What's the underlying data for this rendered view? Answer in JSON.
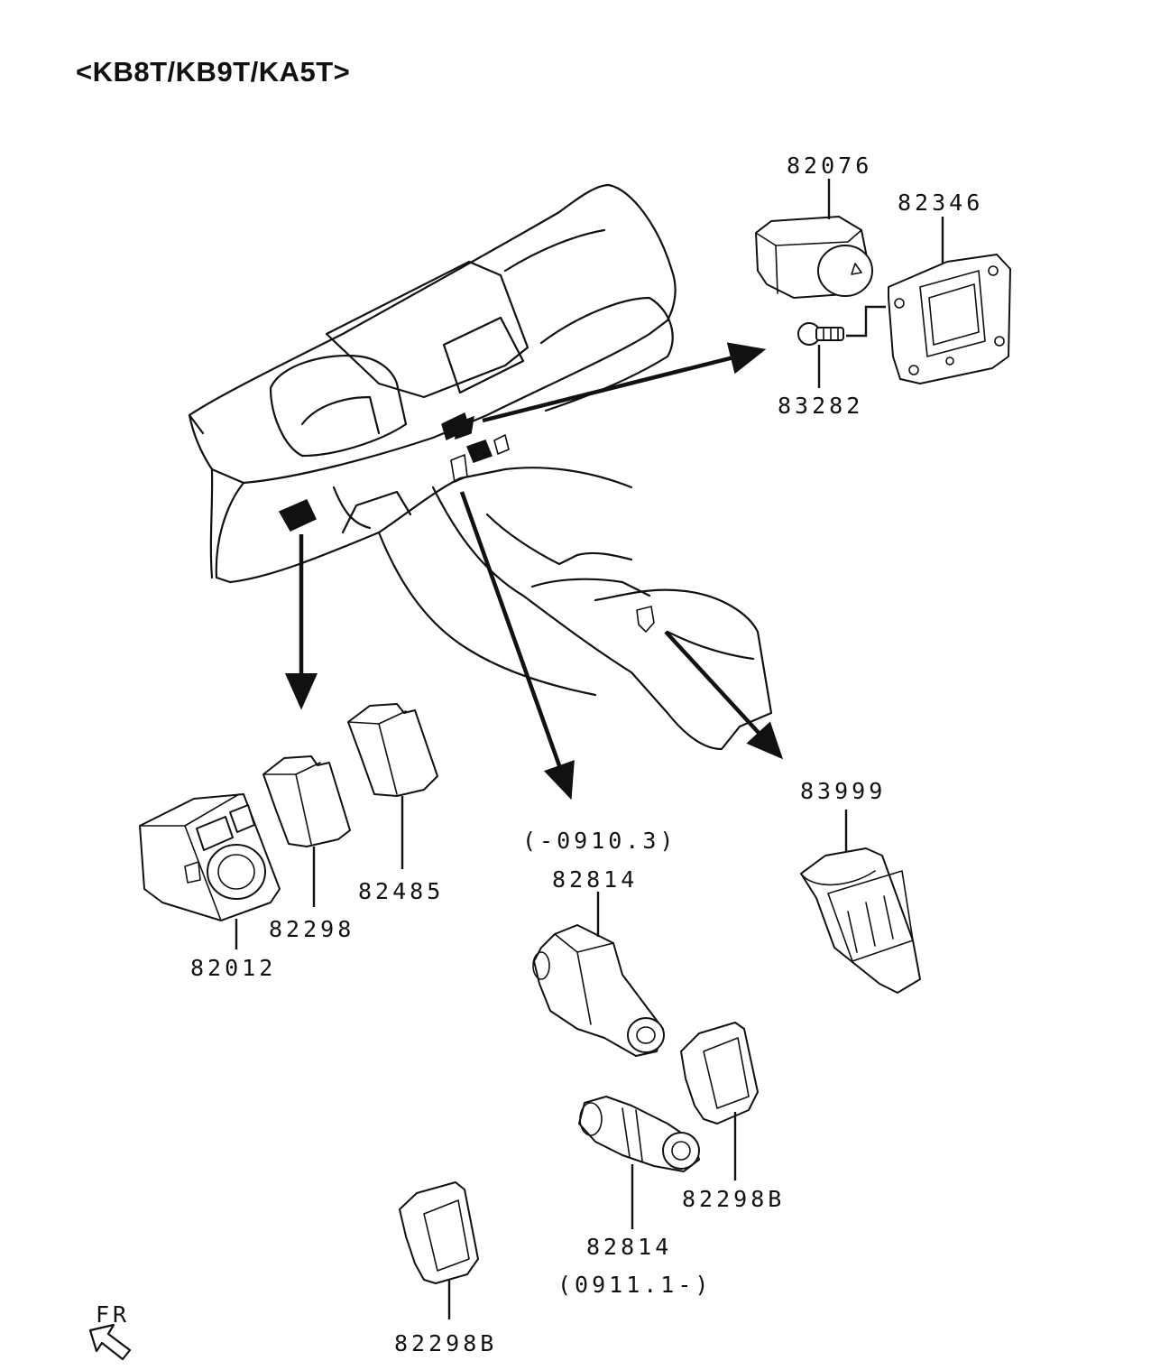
{
  "title": "<KB8T/KB9T/KA5T>",
  "parts": {
    "p82076": "82076",
    "p82346": "82346",
    "p83282": "83282",
    "p82485": "82485",
    "p82298": "82298",
    "p82012": "82012",
    "p82814_range_a": "(-0910.3)",
    "p82814_a": "82814",
    "p83999": "83999",
    "p82814_b": "82814",
    "p82814_range_b": "(0911.1-)",
    "p82298B_a": "82298B",
    "p82298B_b": "82298B"
  },
  "direction": {
    "label": "FR"
  },
  "icons": {
    "front_arrow": "front-direction-arrow-icon"
  }
}
